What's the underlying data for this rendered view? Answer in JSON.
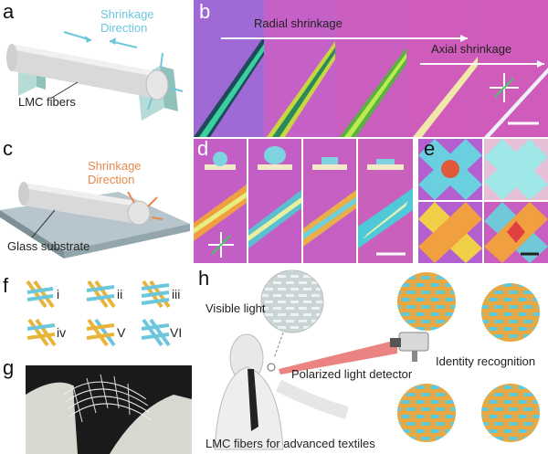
{
  "panels": {
    "a": {
      "label": "a",
      "direction": "Shrinkage Direction",
      "fiber": "LMC fibers"
    },
    "b": {
      "label": "b",
      "radial": "Radial shrinkage",
      "axial": "Axial shrinkage"
    },
    "c": {
      "label": "c",
      "direction": "Shrinkage Direction",
      "substrate": "Glass substrate"
    },
    "d": {
      "label": "d"
    },
    "e": {
      "label": "e"
    },
    "f": {
      "label": "f",
      "patterns": [
        "i",
        "ii",
        "iii",
        "iv",
        "V",
        "VI"
      ]
    },
    "g": {
      "label": "g"
    },
    "h": {
      "label": "h",
      "visible": "Visible light",
      "detector": "Polarized light detector",
      "identity": "Identity recognition",
      "caption": "LMC fibers for advanced textiles"
    }
  },
  "colors": {
    "cyan_arrow": "#6cc7dc",
    "orange_arrow": "#e8894a",
    "magenta": "#d7409a",
    "teal": "#5fc7d2",
    "yellow": "#e8b43a"
  }
}
